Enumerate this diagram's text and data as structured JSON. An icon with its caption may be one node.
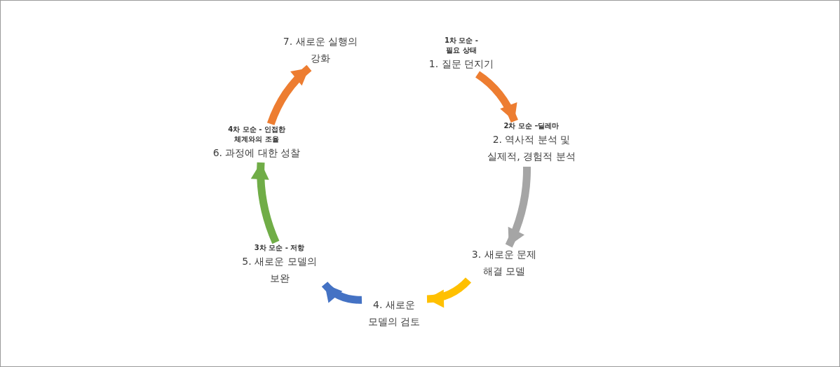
{
  "diagram": {
    "nodes": [
      {
        "text": [
          "1차 모순 -필요 상태",
          "1. 질문 던지기"
        ]
      },
      {
        "text": [
          "2차 모순 –딜레마",
          "2. 역사적 분석 및 실제적, 경험적  분석"
        ]
      },
      {
        "text": [
          "3. 새로운 문제 해결 모델"
        ]
      },
      {
        "text": [
          "4. 새로운",
          "모델의 검토"
        ]
      },
      {
        "text": [
          "3차 모순 - 저항",
          "5. 새로운 모델의 보완"
        ]
      },
      {
        "text": [
          "4차 모순 - 인접한 체계와의 조율",
          "6. 과정에 대한 성찰"
        ]
      },
      {
        "text": [
          "7. 새로운 실행의 강화"
        ]
      }
    ],
    "edges": [
      {
        "from": 0,
        "to": 1,
        "arrow": "to",
        "color": "#ed7d31"
      },
      {
        "from": 1,
        "to": 2,
        "arrow": "to",
        "color": "#a5a5a5"
      },
      {
        "from": 2,
        "to": 3,
        "arrow": "to",
        "color": "#ffc000"
      },
      {
        "from": 3,
        "to": 4,
        "arrow": "to",
        "color": "#4472c4"
      },
      {
        "from": 4,
        "to": 5,
        "arrow": "to",
        "color": "#70ad47"
      },
      {
        "from": 5,
        "to": 6,
        "arrow": "to",
        "color": "#ed7d31"
      }
    ]
  }
}
